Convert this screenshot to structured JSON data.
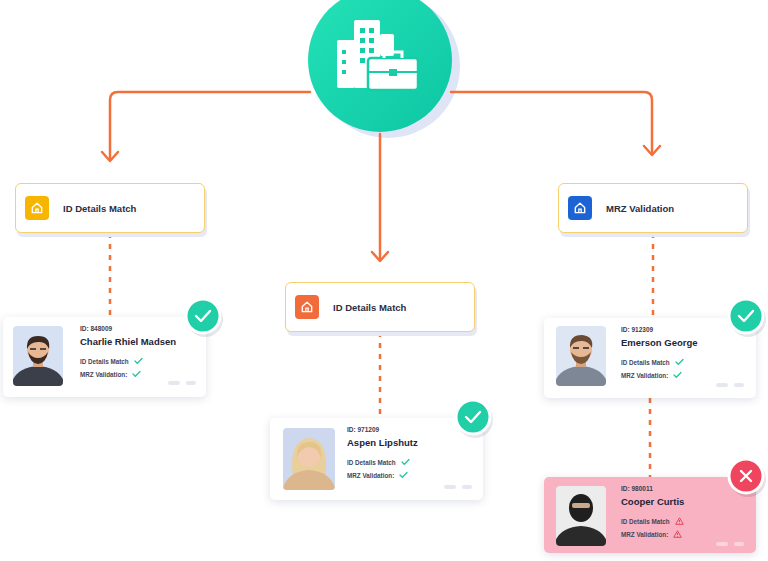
{
  "diagram": {
    "nodes": [
      {
        "text": [
          "ID Details Match"
        ]
      },
      {
        "text": [
          "MRZ Validation"
        ]
      },
      {
        "text": [
          "ID Details Match"
        ]
      },
      {
        "text": [
          "ID: 848009",
          "Charlie Rhiel Madsen",
          "ID Details Match",
          "MRZ Validation:"
        ]
      },
      {
        "text": [
          "ID: 912309",
          "Emerson George",
          "ID Details Match",
          "MRZ Validation:"
        ]
      },
      {
        "text": [
          "ID: 971209",
          "Aspen Lipshutz",
          "ID Details Match",
          "MRZ Validation:"
        ]
      },
      {
        "text": [
          "ID: 980011",
          "Cooper Curtis",
          "ID Details Match",
          "MRZ Validation:"
        ]
      }
    ],
    "edges": [
      {
        "from": 0,
        "to": 3,
        "arrow": "none"
      },
      {
        "from": 1,
        "to": 4,
        "arrow": "none"
      },
      {
        "from": 2,
        "to": 5,
        "arrow": "none"
      },
      {
        "from": 4,
        "to": 6,
        "arrow": "none"
      }
    ]
  }
}
